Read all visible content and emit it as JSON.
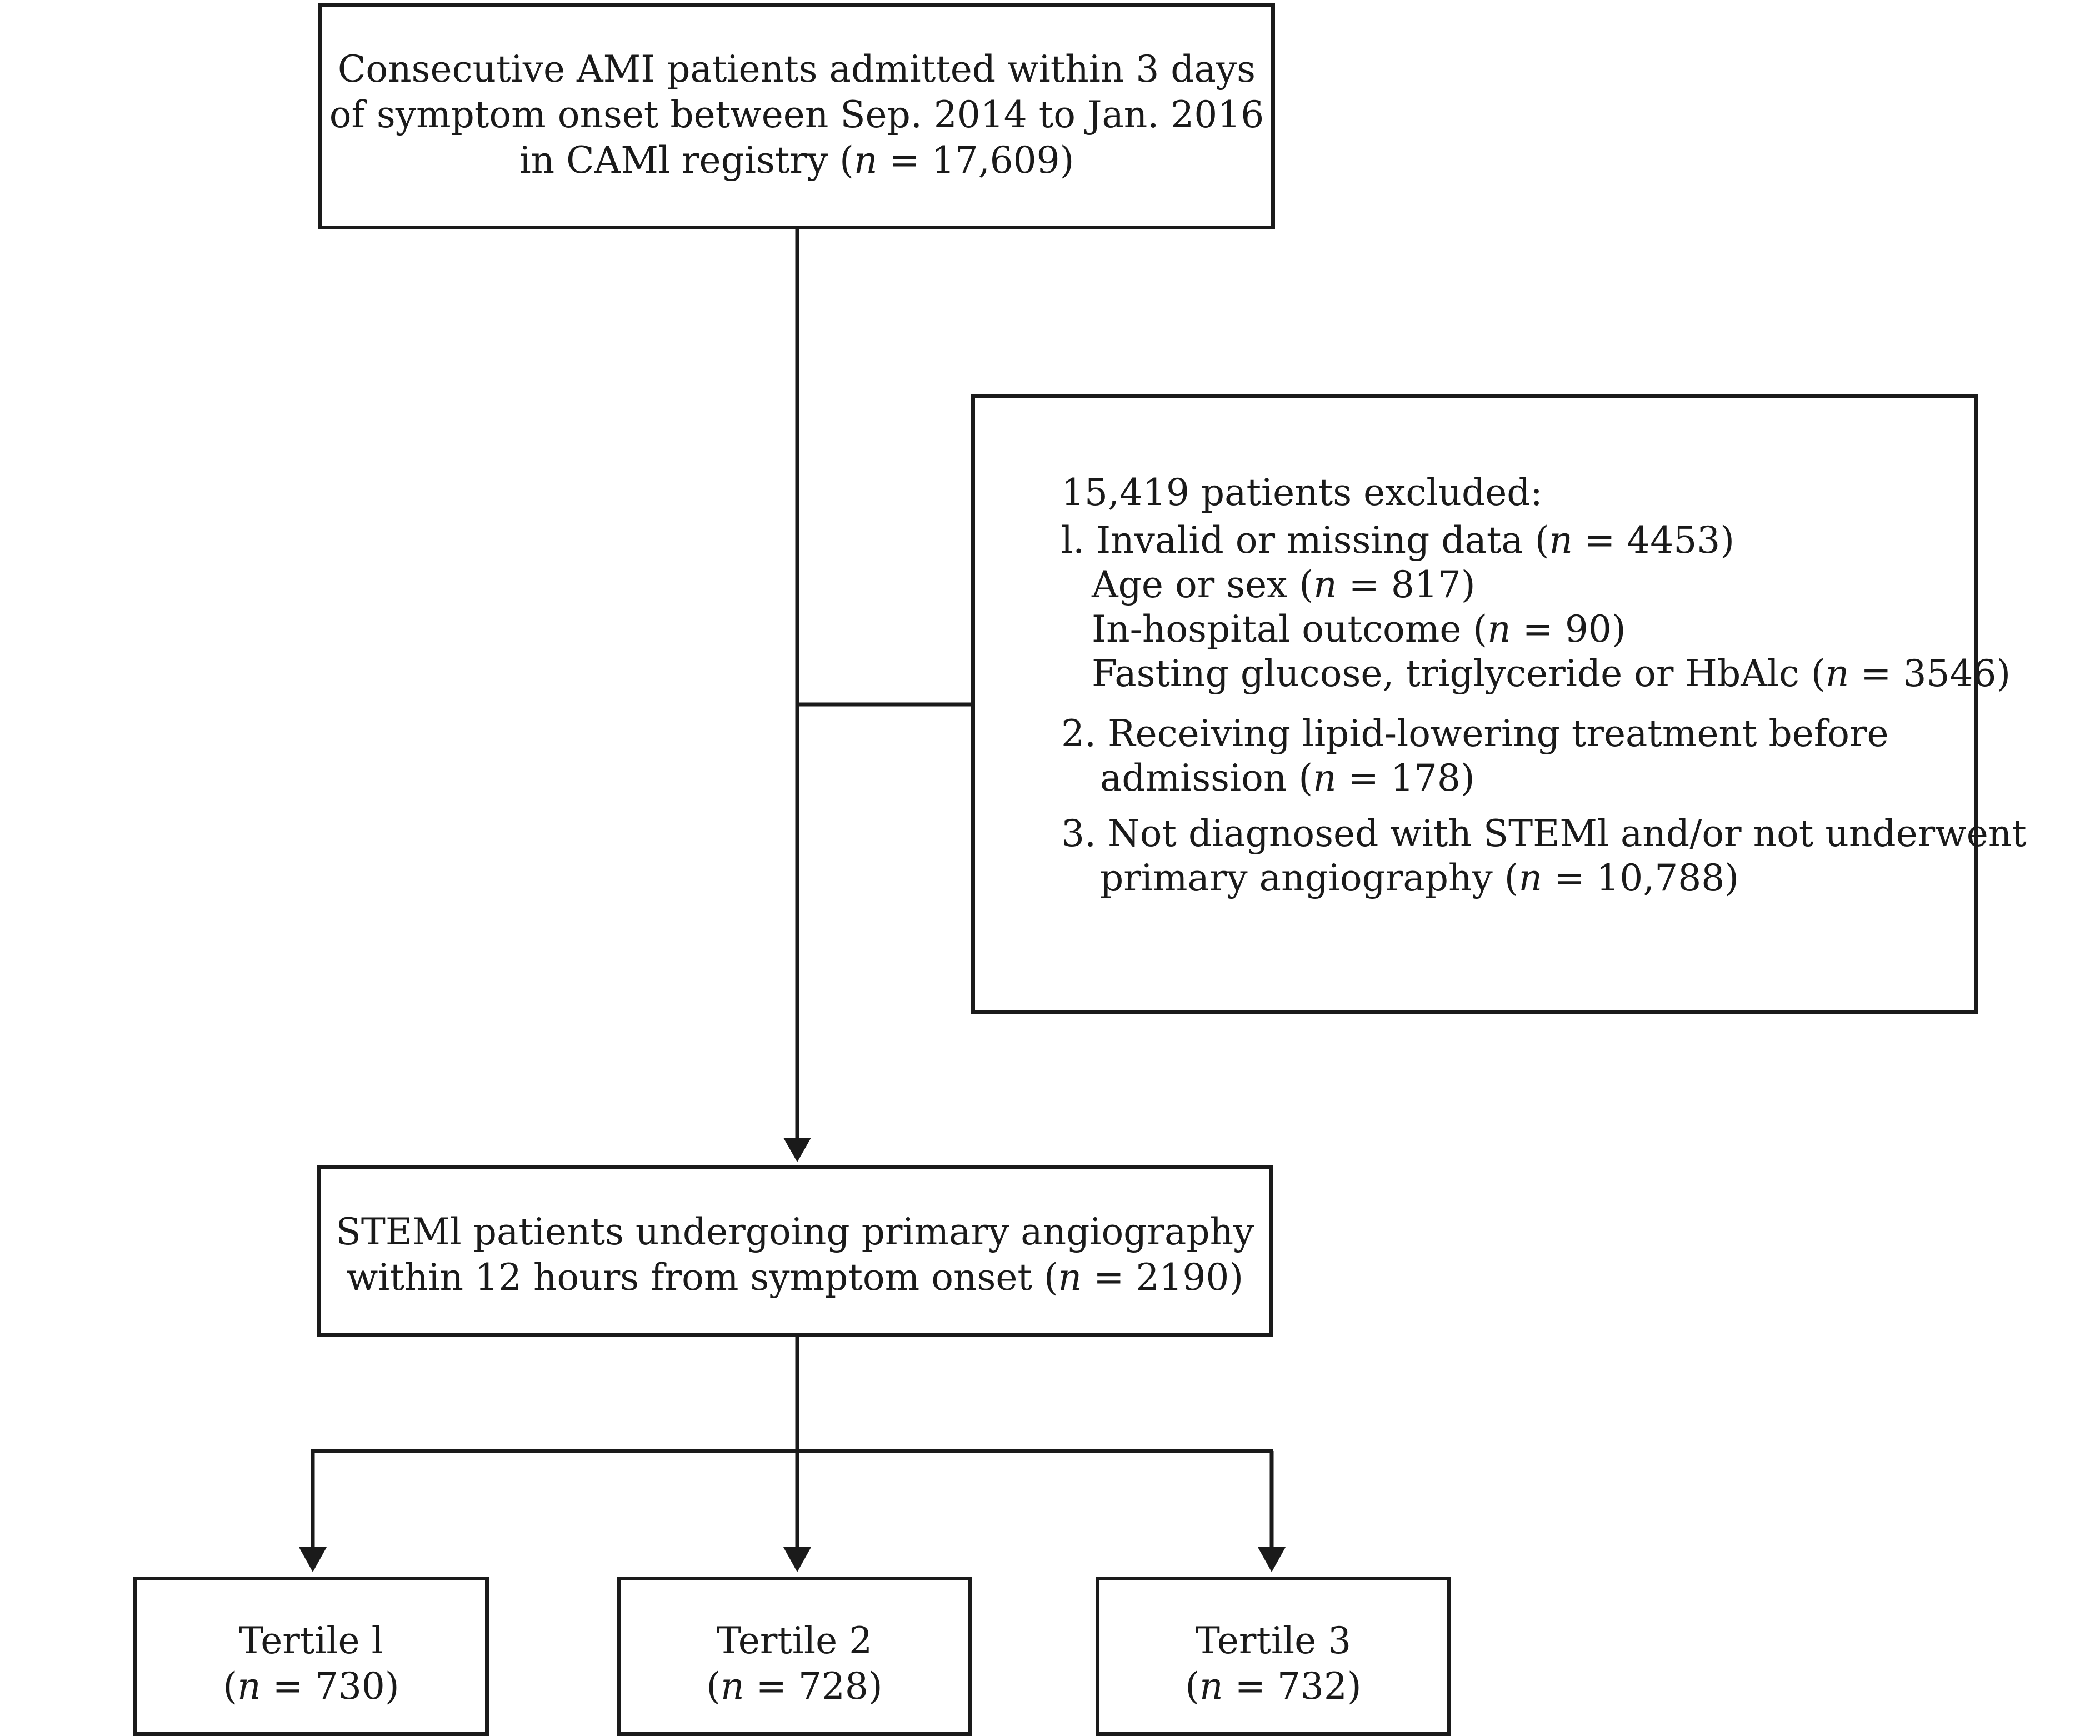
{
  "top_box": {
    "lines": [
      "Consecutive AMI patients admitted within 3 days",
      "of symptom onset between Sep. 2014 to Jan. 2016",
      "in CAMl registry ("
    ],
    "n_label": "n",
    "n_value": " = 17,609)"
  },
  "exclusion_box": {
    "header": "15,419 patients excluded:",
    "item1": {
      "prefix": "l. Invalid or missing data (",
      "n_label": "n",
      "value": " = 4453)"
    },
    "item1_sub1": {
      "prefix": "Age or sex (",
      "n_label": "n",
      "value": " = 817)"
    },
    "item1_sub2": {
      "prefix": "In-hospital outcome (",
      "n_label": "n",
      "value": " = 90)"
    },
    "item1_sub3": {
      "prefix": "Fasting glucose, triglyceride or HbAlc (",
      "n_label": "n",
      "value": " = 3546)"
    },
    "item2_line1": "2. Receiving lipid-lowering treatment before",
    "item2_line2": {
      "prefix": "admission (",
      "n_label": "n",
      "value": " = 178)"
    },
    "item3_line1": "3. Not diagnosed with STEMl and/or not underwent",
    "item3_line2": {
      "prefix": "primary angiography (",
      "n_label": "n",
      "value": " = 10,788)"
    }
  },
  "stemi_box": {
    "line1": "STEMl patients undergoing primary angiography",
    "line2_prefix": "within 12 hours from symptom onset (",
    "n_label": "n",
    "n_value": " = 2190)"
  },
  "tertiles": [
    {
      "label": "Tertile l",
      "prefix": "(",
      "n_label": "n",
      "value": " = 730)"
    },
    {
      "label": "Tertile 2",
      "prefix": "(",
      "n_label": "n",
      "value": " = 728)"
    },
    {
      "label": "Tertile 3",
      "prefix": "(",
      "n_label": "n",
      "value": " = 732)"
    }
  ]
}
